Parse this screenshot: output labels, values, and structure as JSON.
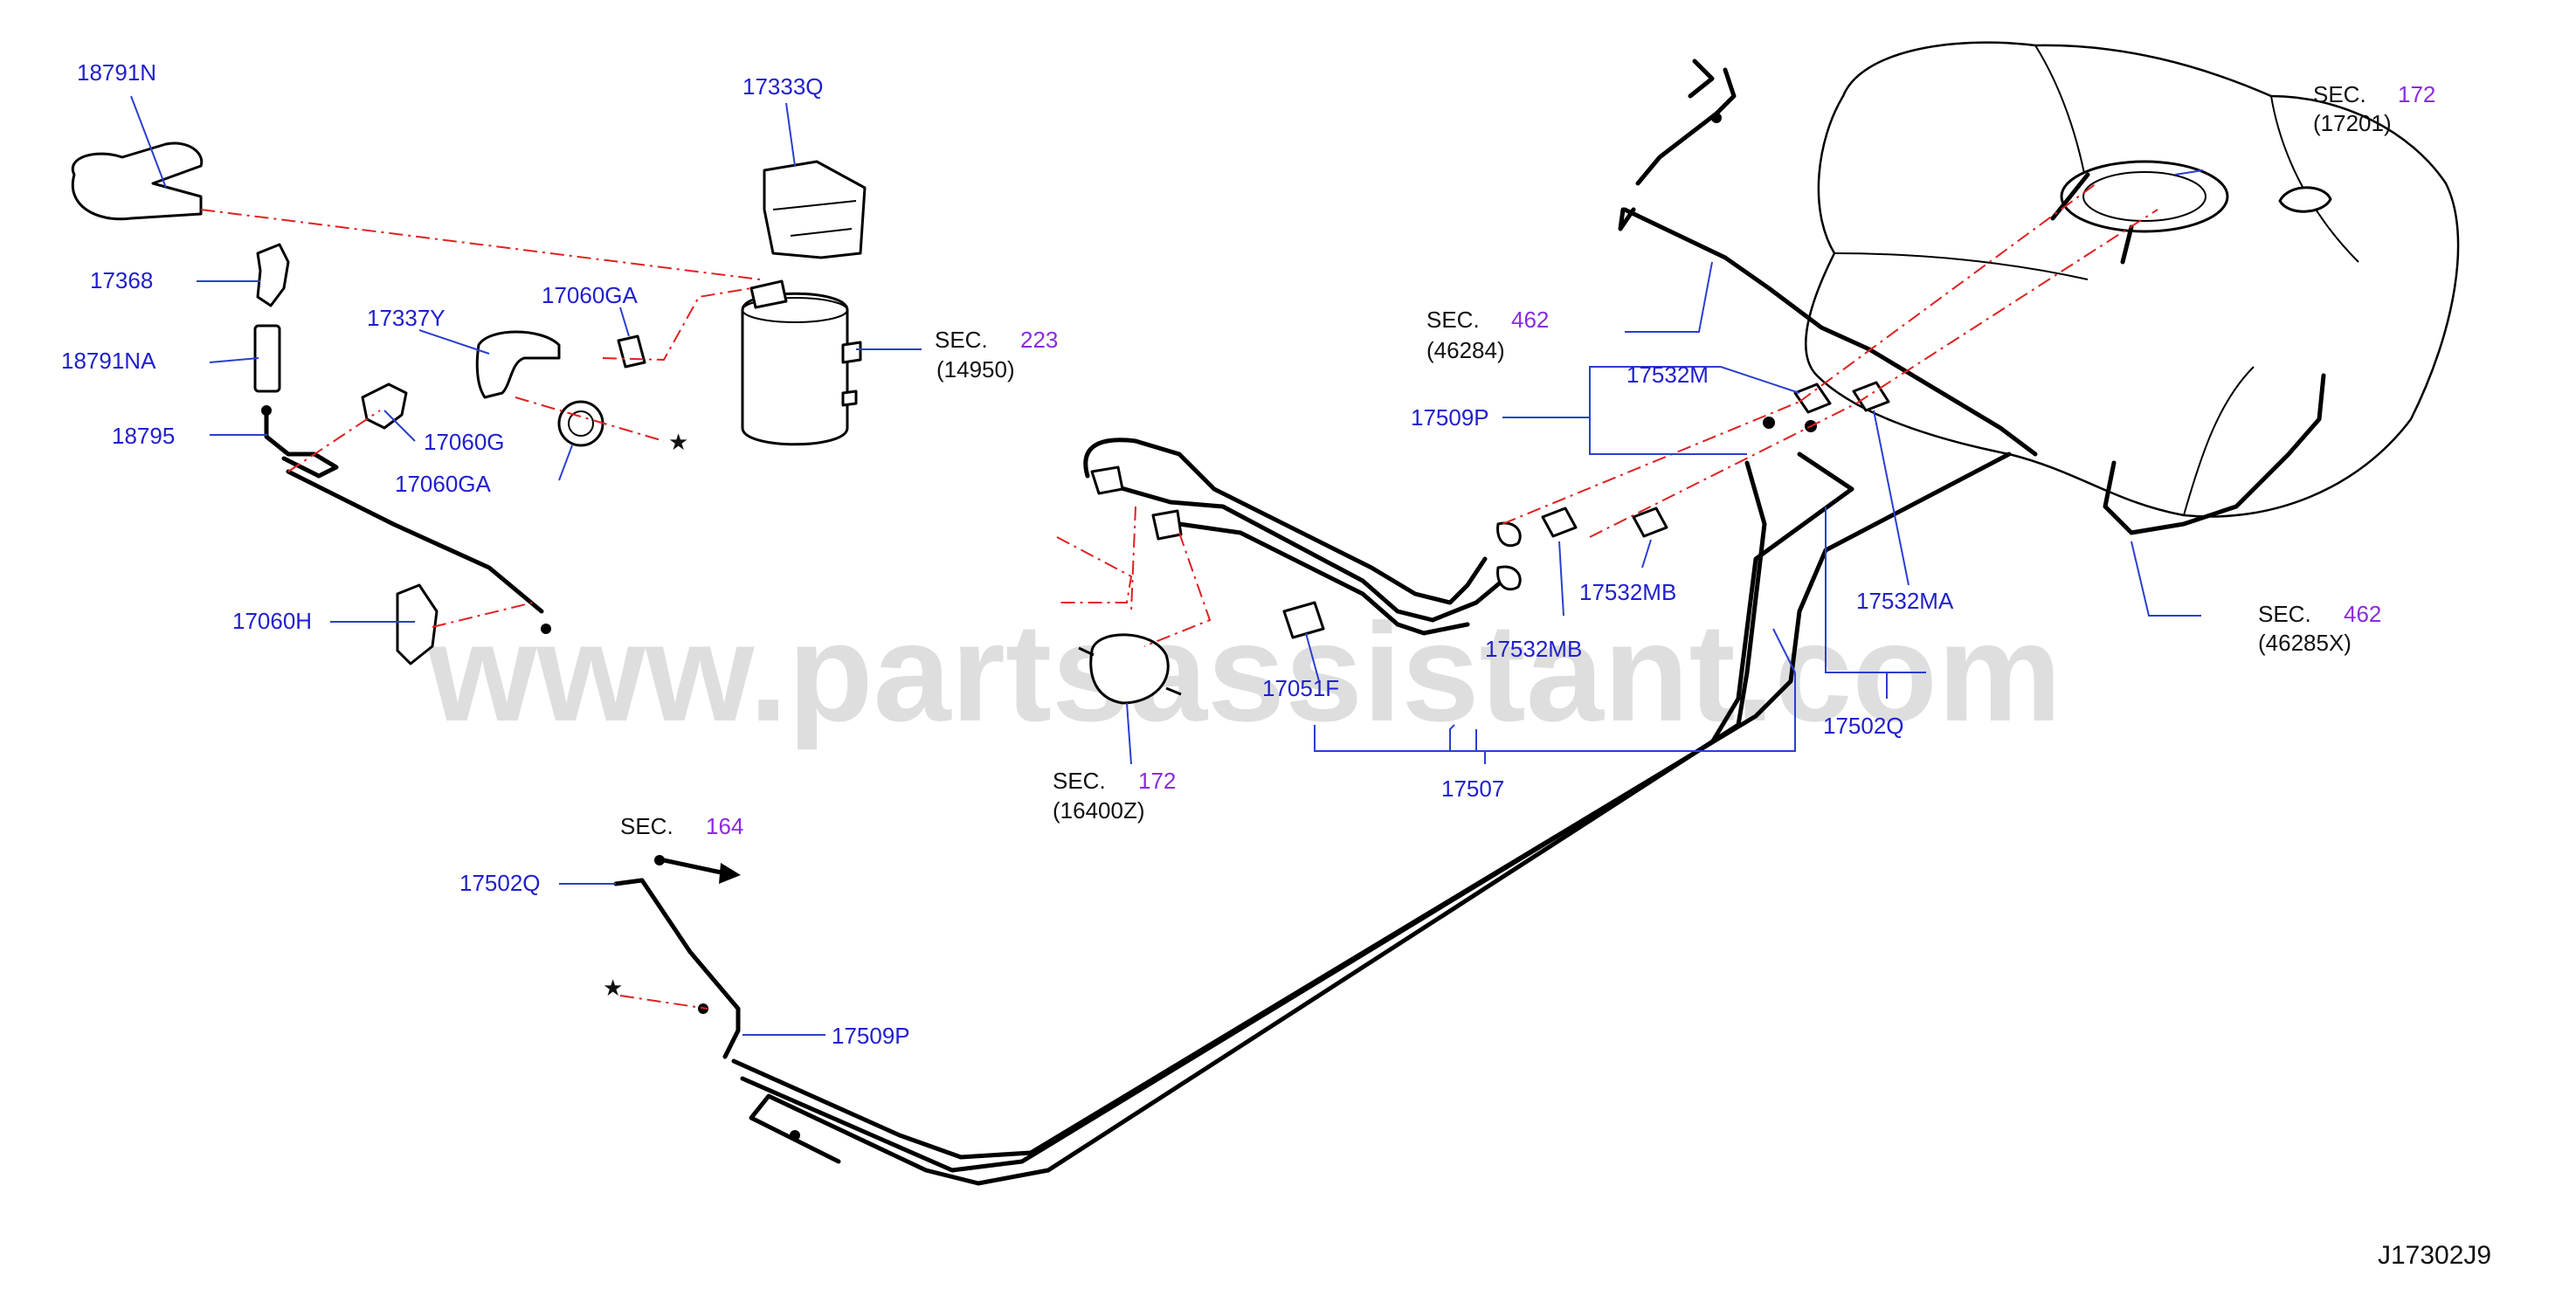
{
  "watermark": "www.partsassistant.com",
  "diagram_code": "J17302J9",
  "part_labels": {
    "p18791N": "18791N",
    "p17368": "17368",
    "p18791NA": "18791NA",
    "p18795": "18795",
    "p17333Q": "17333Q",
    "p17337Y": "17337Y",
    "p17060GA_top": "17060GA",
    "p17060G": "17060G",
    "p17060GA_bottom": "17060GA",
    "p17060H": "17060H",
    "p17532M": "17532M",
    "p17509P_top": "17509P",
    "p17532MB_right": "17532MB",
    "p17532MB_left": "17532MB",
    "p17532MA": "17532MA",
    "p17051F": "17051F",
    "p17507": "17507",
    "p17502Q_right": "17502Q",
    "p17502Q_left": "17502Q",
    "p17509P_bottom": "17509P"
  },
  "section_refs": {
    "sec_223": {
      "prefix": "SEC.",
      "number": "223",
      "part": "(14950)"
    },
    "sec_172_tank": {
      "prefix": "SEC.",
      "number": "172",
      "part": "(17201)"
    },
    "sec_462_top": {
      "prefix": "SEC.",
      "number": "462",
      "part": "(46284)"
    },
    "sec_462_bottom": {
      "prefix": "SEC.",
      "number": "462",
      "part": "(46285X)"
    },
    "sec_172_filter": {
      "prefix": "SEC.",
      "number": "172",
      "part": "(16400Z)"
    },
    "sec_164": {
      "prefix": "SEC.",
      "number": "164"
    }
  },
  "symbols": {
    "star": "★"
  },
  "colors": {
    "label": "#1f1fcf",
    "section_number": "#8a2be2",
    "leader": "#2a3fcf",
    "dashed_line": "#e02020",
    "watermark": "#d4d4d4"
  }
}
